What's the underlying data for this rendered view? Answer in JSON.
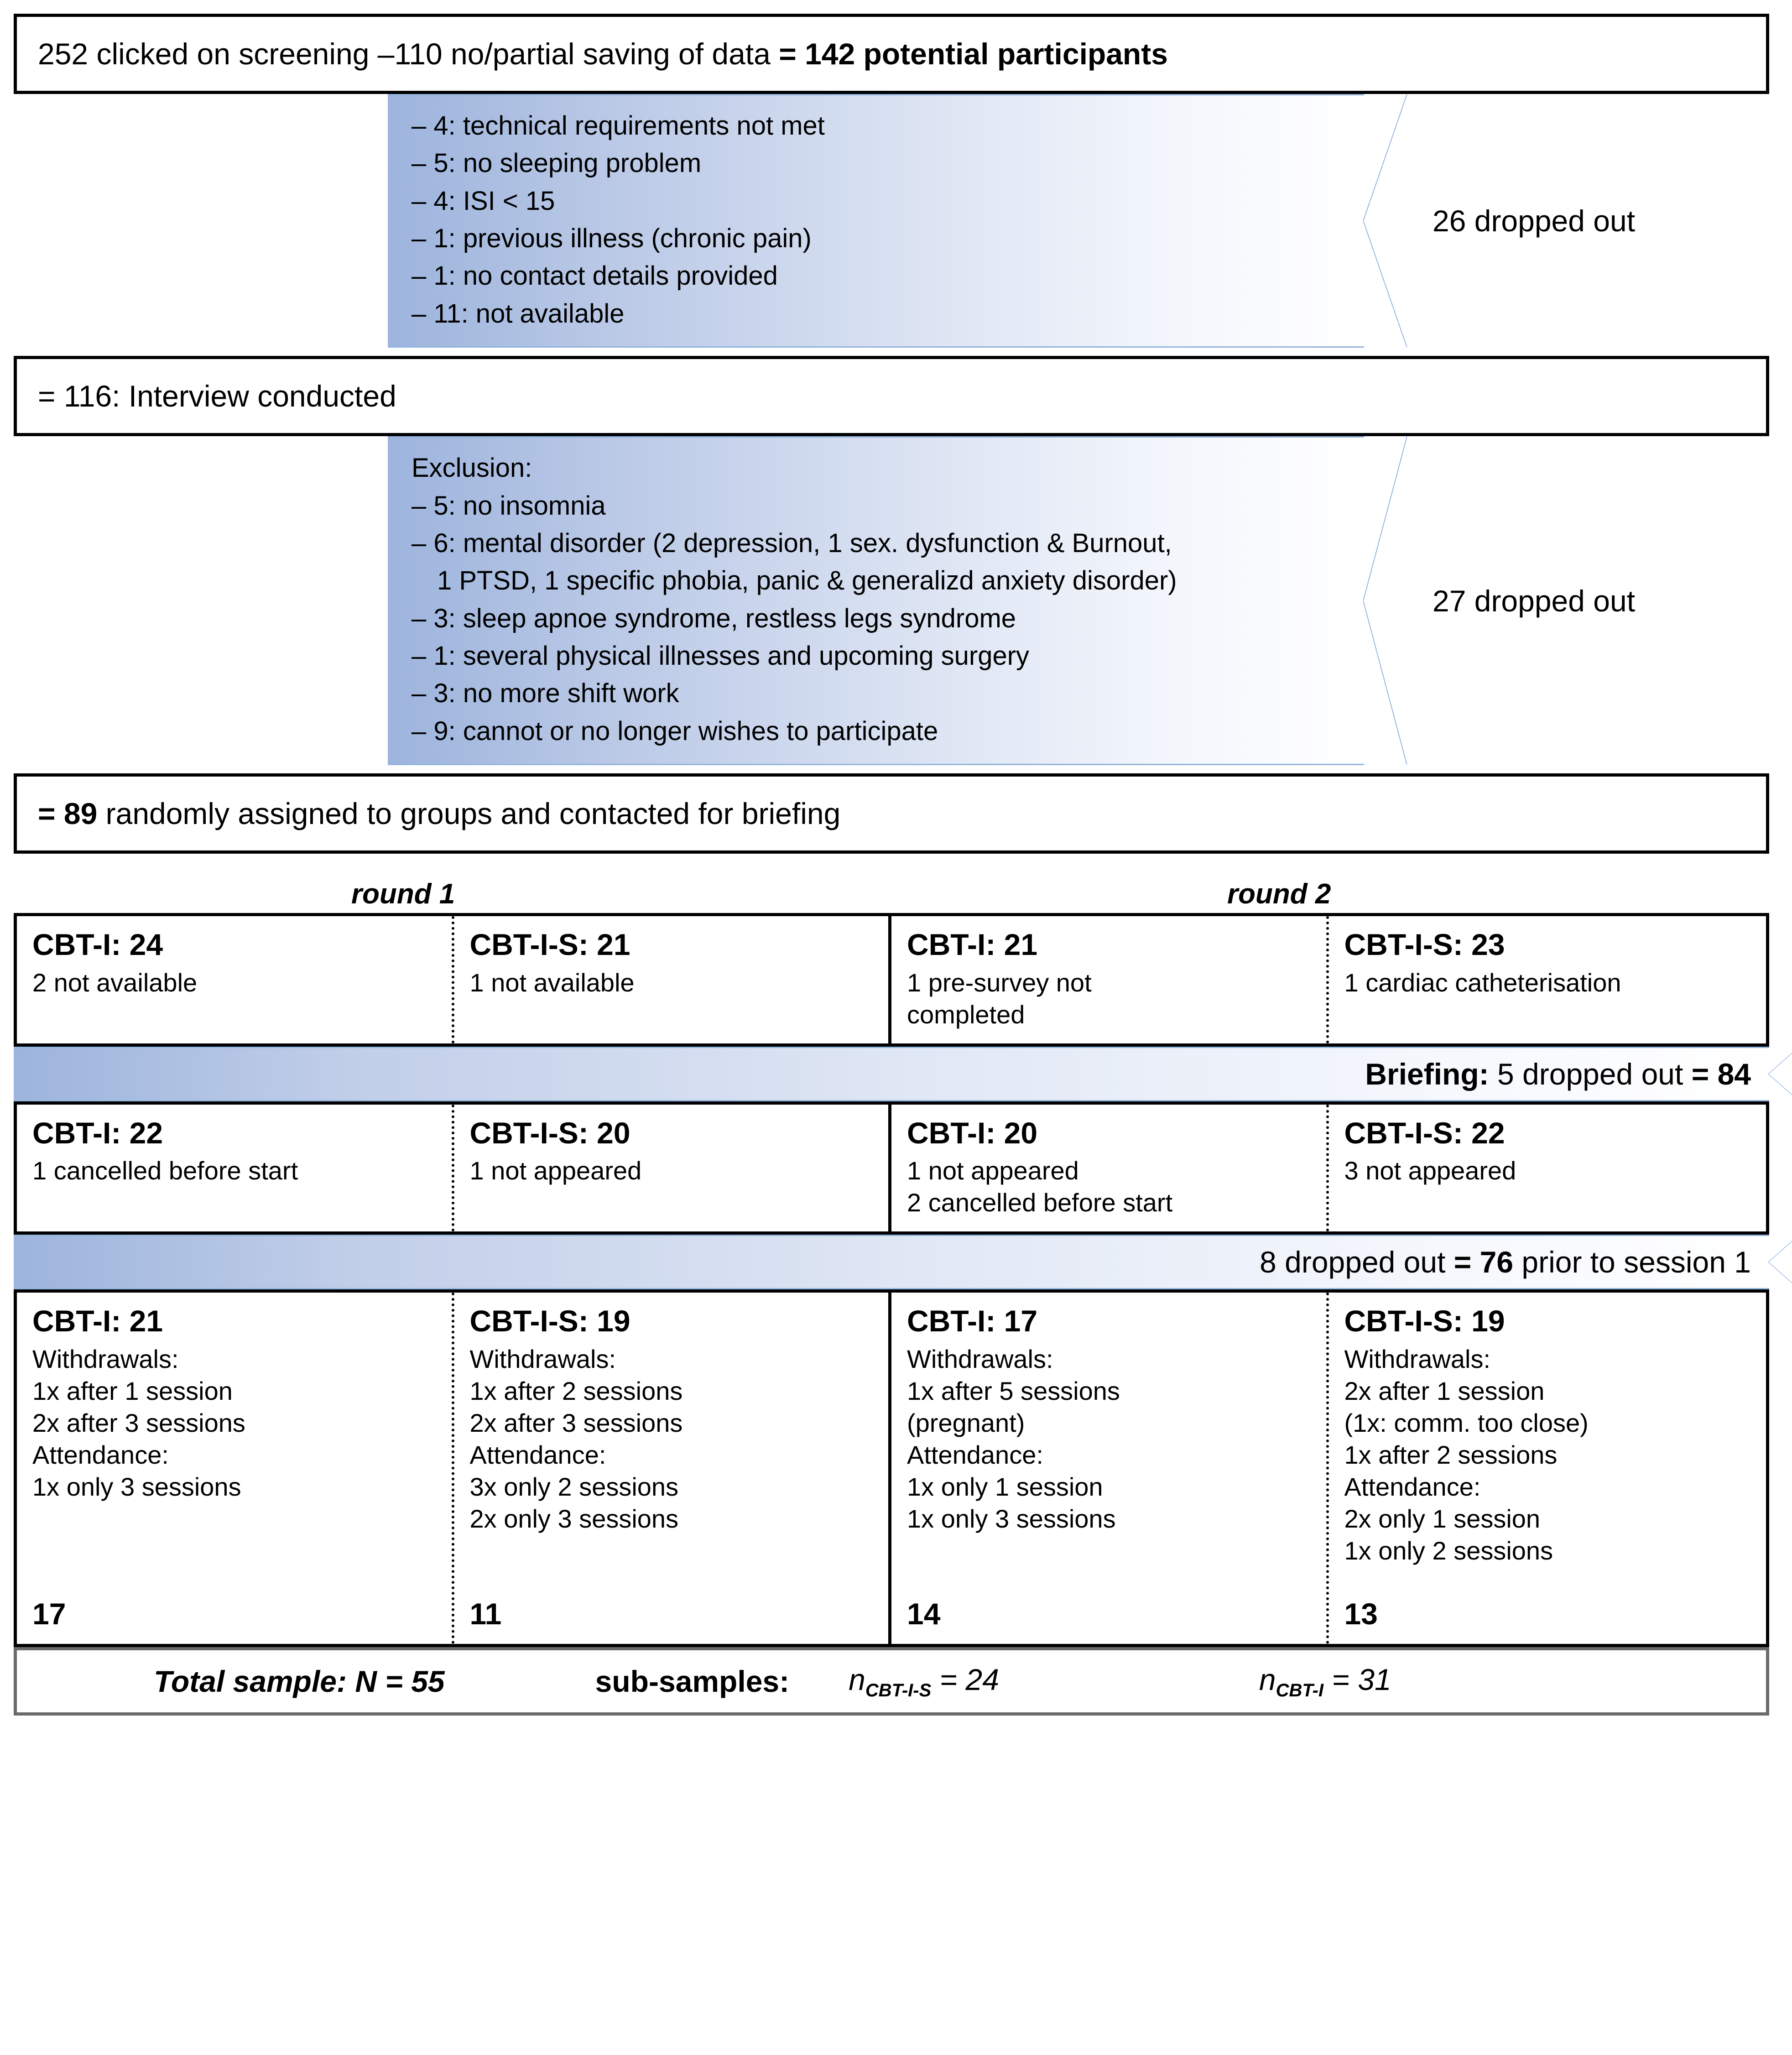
{
  "diagram": {
    "title": "Participant flow diagram (CONSORT-style)",
    "accent_blue": "#93b3dd",
    "banner_fill_start": "#9db4dd",
    "box_border": "#000000",
    "total_border": "#6a6a6a"
  },
  "stage_top": {
    "text_plain": "252 clicked on screening –110 no/partial saving of data ",
    "text_bold": "= 142 potential participants"
  },
  "dropout_1": {
    "label": "26 dropped out",
    "items": [
      "– 4: technical requirements not met",
      "– 5: no sleeping problem",
      "– 4: ISI < 15",
      "– 1: previous illness (chronic pain)",
      "– 1: no contact details provided",
      "– 11: not available"
    ]
  },
  "stage_116": {
    "text": "= 116: Interview conducted"
  },
  "dropout_2": {
    "label": "27 dropped out",
    "heading": "Exclusion:",
    "items": [
      "– 5: no insomnia",
      "– 6: mental disorder (2 depression, 1 sex. dysfunction & Burnout,",
      "1 PTSD, 1 specific phobia, panic & generalizd anxiety disorder)",
      "– 3: sleep apnoe syndrome, restless legs syndrome",
      "– 1: several physical illnesses and upcoming surgery",
      "– 3: no more shift work",
      "– 9: cannot or no longer wishes to participate"
    ]
  },
  "stage_89": {
    "text_bold": "= 89",
    "text_plain": " randomly assigned to groups and contacted for briefing"
  },
  "rounds": {
    "round1_label": "round 1",
    "round2_label": "round 2"
  },
  "row_assigned": {
    "cells": [
      {
        "title": "CBT-I: 24",
        "lines": [
          "2 not available"
        ]
      },
      {
        "title": "CBT-I-S: 21",
        "lines": [
          "1 not available"
        ]
      },
      {
        "title": "CBT-I: 21",
        "lines": [
          "1 pre-survey not",
          "completed"
        ]
      },
      {
        "title": "CBT-I-S: 23",
        "lines": [
          "1 cardiac catheterisation"
        ]
      }
    ]
  },
  "banner_briefing": {
    "bold_1": "Briefing:",
    "plain": " 5 dropped out ",
    "bold_2": "= 84"
  },
  "row_briefed": {
    "cells": [
      {
        "title": "CBT-I: 22",
        "lines": [
          "1 cancelled before start"
        ]
      },
      {
        "title": "CBT-I-S: 20",
        "lines": [
          "1 not appeared"
        ]
      },
      {
        "title": "CBT-I: 20",
        "lines": [
          "1 not appeared",
          "2 cancelled before start"
        ]
      },
      {
        "title": "CBT-I-S: 22",
        "lines": [
          "3 not appeared"
        ]
      }
    ]
  },
  "banner_session1": {
    "plain_1": "8 dropped out ",
    "bold": "= 76",
    "plain_2": " prior to session 1"
  },
  "row_started": {
    "cells": [
      {
        "title": "CBT-I: 21",
        "lines": [
          "Withdrawals:",
          "1x after 1 session",
          "2x after 3 sessions",
          "Attendance:",
          "1x only 3 sessions"
        ],
        "total": "17"
      },
      {
        "title": "CBT-I-S: 19",
        "lines": [
          "Withdrawals:",
          "1x after 2 sessions",
          "2x after 3 sessions",
          "Attendance:",
          "3x only 2 sessions",
          "2x only 3 sessions"
        ],
        "total": "11"
      },
      {
        "title": "CBT-I: 17",
        "lines": [
          "Withdrawals:",
          "1x after 5 sessions",
          "(pregnant)",
          "Attendance:",
          "1x only 1 session",
          "1x only 3 sessions"
        ],
        "total": "14"
      },
      {
        "title": "CBT-I-S: 19",
        "lines": [
          "Withdrawals:",
          "2x after 1 session",
          "(1x: comm. too close)",
          "1x after 2 sessions",
          "Attendance:",
          "2x only 1 session",
          "1x only 2 sessions"
        ],
        "total": "13"
      }
    ]
  },
  "row_total": {
    "total_sample_label": "Total sample:",
    "total_sample_var": "N",
    "total_sample_value": "= 55",
    "sub_samples_label": "sub-samples:",
    "n1_symbol": "n",
    "n1_sub": "CBT-I-S",
    "n1_value": "= 24",
    "n2_symbol": "n",
    "n2_sub": "CBT-I",
    "n2_value": "= 31"
  }
}
